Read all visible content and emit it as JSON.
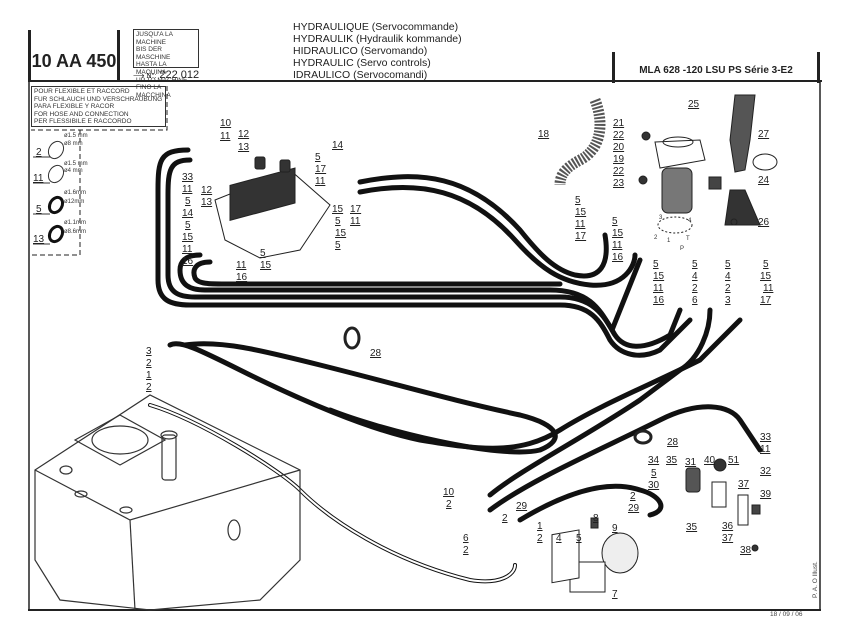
{
  "header": {
    "reference": "10 AA 450",
    "machine_limit": [
      "JUSQU'A LA MACHINE",
      "BIS DER MASCHINE",
      "HASTA LA MAQUINA",
      "UP TO MACHINE",
      "FINO LA MACCHINA"
    ],
    "serial_prefix": "N°:",
    "serial_number": "222 012",
    "titles": [
      "HYDRAULIQUE (Servocommande)",
      "HYDRAULIK (Hydraulik kommande)",
      "HIDRAULICO (Servomando)",
      "HYDRAULIC (Servo controls)",
      "IDRAULICO (Servocomandi)"
    ],
    "model": "MLA 628 -120 LSU PS Série 3-E2"
  },
  "hose_legend": {
    "lines": [
      "POUR FLEXIBLE ET RACCORD",
      "FUR SCHLAUCH UND VERSCHRAUBUNG",
      "PARA FLEXIBLE Y RACOR",
      "FOR HOSE AND CONNECTION",
      "PER FLESSIBILE E RACCORDO"
    ],
    "seals": [
      {
        "ref": "2",
        "thickness": "ø1.5 mm",
        "diameter": "ø8 mm"
      },
      {
        "ref": "11",
        "thickness": "ø1.5 mm",
        "diameter": "ø4 mm"
      },
      {
        "ref": "5",
        "thickness": "ø1.6mm",
        "diameter": "ø12mm"
      },
      {
        "ref": "13",
        "thickness": "ø1.1mm",
        "diameter": "ø8.6mm"
      }
    ]
  },
  "callouts": [
    "10",
    "11",
    "12",
    "13",
    "14",
    "5",
    "17",
    "11",
    "33",
    "11",
    "12",
    "13",
    "5",
    "14",
    "5",
    "15",
    "11",
    "16",
    "5",
    "15",
    "11",
    "16",
    "15",
    "17",
    "5",
    "11",
    "15",
    "5",
    "25",
    "21",
    "22",
    "20",
    "19",
    "22",
    "23",
    "27",
    "24",
    "26",
    "18",
    "5",
    "15",
    "11",
    "17",
    "5",
    "15",
    "11",
    "16",
    "5",
    "15",
    "11",
    "16",
    "5",
    "4",
    "2",
    "6",
    "5",
    "4",
    "2",
    "3",
    "5",
    "15",
    "11",
    "17",
    "28",
    "10",
    "2",
    "6",
    "2",
    "29",
    "2",
    "1",
    "2",
    "4",
    "5",
    "8",
    "9",
    "7",
    "34",
    "35",
    "31",
    "5",
    "30",
    "2",
    "29",
    "40",
    "51",
    "33",
    "11",
    "32",
    "37",
    "39",
    "35",
    "36",
    "37",
    "38",
    "3",
    "2",
    "1",
    "2",
    "28"
  ],
  "port_labels": [
    "3",
    "4",
    "2",
    "1",
    "T",
    "P"
  ],
  "footer": {
    "date": "18 / 09 / 06",
    "credit": "P. A. O Illust."
  }
}
